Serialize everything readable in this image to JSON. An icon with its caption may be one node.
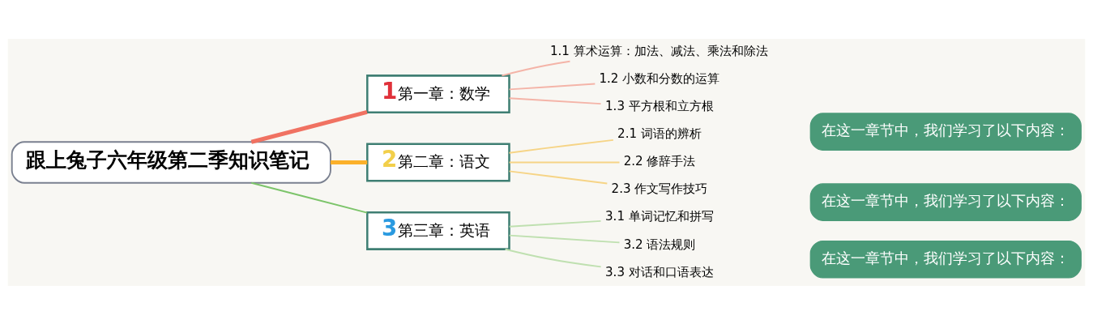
{
  "diagram": {
    "nodes": [
      {
        "text": [
          "跟上兔子六年级第二季知识笔记"
        ]
      },
      {
        "text": [
          "1",
          "第一章：数学"
        ]
      },
      {
        "text": [
          "1.1 算术运算：加法、减法、乘法和除法"
        ]
      },
      {
        "text": [
          "1.2 小数和分数的运算"
        ]
      },
      {
        "text": [
          "1.3 平方根和立方根"
        ]
      },
      {
        "text": [
          "在这一章节中，我们学习了以下内容："
        ]
      },
      {
        "text": [
          "2",
          "第二章：语文"
        ]
      },
      {
        "text": [
          "2.1 词语的辨析"
        ]
      },
      {
        "text": [
          "2.2 修辞手法"
        ]
      },
      {
        "text": [
          "2.3 作文写作技巧"
        ]
      },
      {
        "text": [
          "在这一章节中，我们学习了以下内容："
        ]
      },
      {
        "text": [
          "3",
          "第三章：英语"
        ]
      },
      {
        "text": [
          "3.1 单词记忆和拼写"
        ]
      },
      {
        "text": [
          "3.2 语法规则"
        ]
      },
      {
        "text": [
          "3.3 对话和口语表达"
        ]
      },
      {
        "text": [
          "在这一章节中，我们学习了以下内容："
        ]
      }
    ],
    "edges": [
      {
        "from": 0,
        "to": 1,
        "arrow": "none",
        "style": "thick",
        "color": "#f07262"
      },
      {
        "from": 1,
        "to": 2,
        "arrow": "none",
        "color": "#f4b4a8"
      },
      {
        "from": 1,
        "to": 3,
        "arrow": "none",
        "color": "#f4b4a8"
      },
      {
        "from": 1,
        "to": 4,
        "arrow": "none",
        "color": "#f4b4a8"
      },
      {
        "from": 0,
        "to": 6,
        "arrow": "none",
        "style": "thick",
        "color": "#fbb02a"
      },
      {
        "from": 6,
        "to": 7,
        "arrow": "none",
        "color": "#f6d486"
      },
      {
        "from": 6,
        "to": 8,
        "arrow": "none",
        "color": "#f6d486"
      },
      {
        "from": 6,
        "to": 9,
        "arrow": "none",
        "color": "#f6d486"
      },
      {
        "from": 0,
        "to": 11,
        "arrow": "none",
        "color": "#7cc46a"
      },
      {
        "from": 11,
        "to": 12,
        "arrow": "none",
        "color": "#bfe0b0"
      },
      {
        "from": 11,
        "to": 13,
        "arrow": "none",
        "color": "#bfe0b0"
      },
      {
        "from": 11,
        "to": 14,
        "arrow": "none",
        "color": "#bfe0b0"
      }
    ]
  }
}
